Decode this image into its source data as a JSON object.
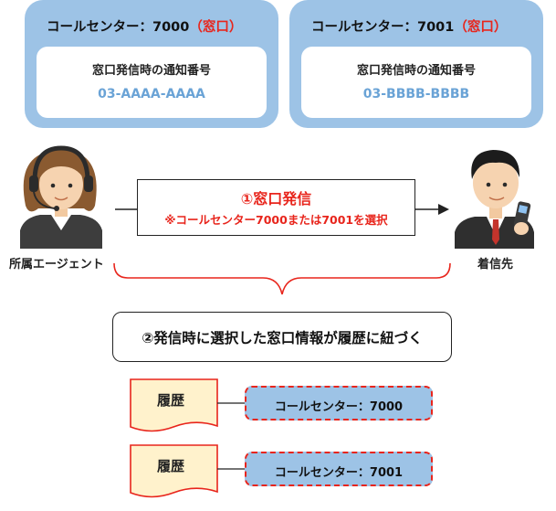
{
  "panels": [
    {
      "title_prefix": "コールセンター：7000",
      "title_suffix": "（窓口）",
      "label": "窓口発信時の通知番号",
      "number": "03-AAAA-AAAA"
    },
    {
      "title_prefix": "コールセンター：7001",
      "title_suffix": "（窓口）",
      "label": "窓口発信時の通知番号",
      "number": "03-BBBB-BBBB"
    }
  ],
  "flow": {
    "title": "①窓口発信",
    "note": "※コールセンター7000または7001を選択",
    "agent_label": "所属エージェント",
    "callee_label": "着信先"
  },
  "step2": {
    "text": "②発信時に選択した窓口情報が履歴に紐づく"
  },
  "history": [
    {
      "doc_label": "履歴",
      "value": "コールセンター：7000"
    },
    {
      "doc_label": "履歴",
      "value": "コールセンター：7001"
    }
  ],
  "colors": {
    "panel_blue": "#9dc3e6",
    "accent_red": "#e8251c",
    "number_blue": "#6aa3d6",
    "doc_fill": "#fff2cc",
    "doc_stroke": "#e8251c"
  }
}
